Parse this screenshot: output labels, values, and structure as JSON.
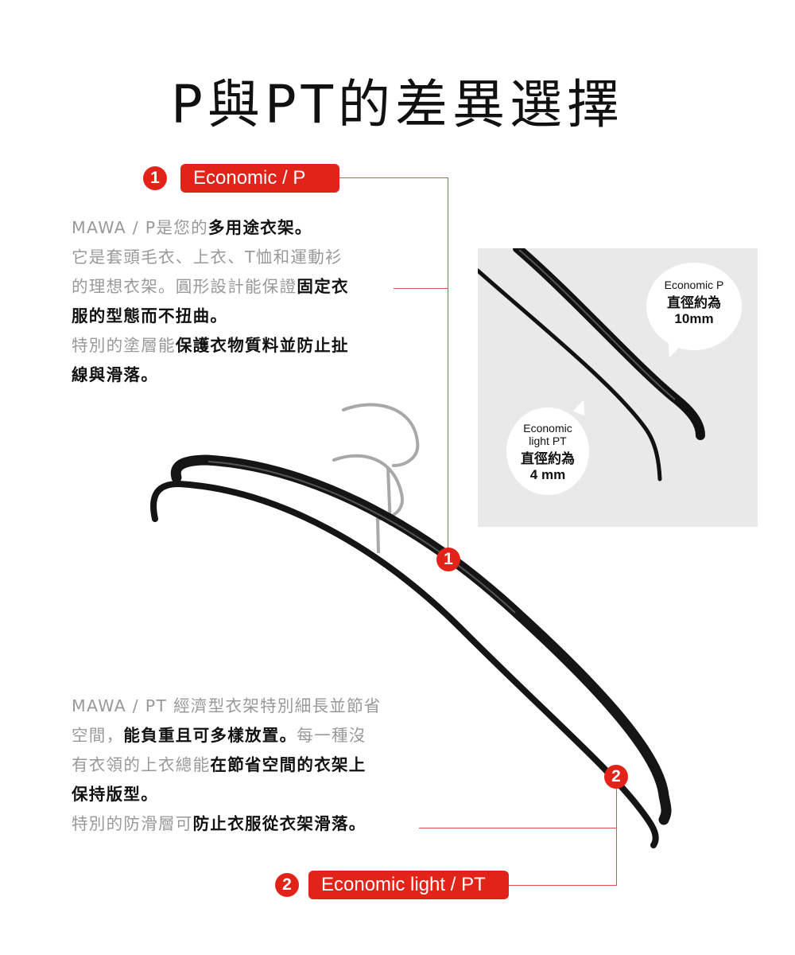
{
  "title": "P與PT的差異選擇",
  "colors": {
    "accent": "#e2231a",
    "muted_text": "#999999",
    "strong_text": "#111111",
    "photo_bg": "#e9e9e9"
  },
  "section1": {
    "number": "1",
    "tag": "Economic / P",
    "lines": [
      [
        {
          "t": "MAWA / P是您的",
          "hl": false
        },
        {
          "t": "多用途衣架。",
          "hl": true
        }
      ],
      [
        {
          "t": "它是套頭毛衣、上衣、T恤和運動衫",
          "hl": false
        }
      ],
      [
        {
          "t": "的理想衣架。圓形設計能保證",
          "hl": false
        },
        {
          "t": "固定衣",
          "hl": true
        }
      ],
      [
        {
          "t": "服的型態而不扭曲。",
          "hl": true
        }
      ],
      [
        {
          "t": "特別的塗層能",
          "hl": false
        },
        {
          "t": "保護衣物質料並防止扯",
          "hl": true
        }
      ],
      [
        {
          "t": "線與滑落。",
          "hl": true
        }
      ]
    ]
  },
  "section2": {
    "number": "2",
    "tag": "Economic light / PT",
    "lines": [
      [
        {
          "t": "MAWA / PT 經濟型衣架特別細長並節省",
          "hl": false
        }
      ],
      [
        {
          "t": "空間，",
          "hl": false
        },
        {
          "t": "能負重且可多樣放置。",
          "hl": true
        },
        {
          "t": "每一種沒",
          "hl": false
        }
      ],
      [
        {
          "t": "有衣領的上衣總能",
          "hl": false
        },
        {
          "t": "在節省空間的衣架上",
          "hl": true
        }
      ],
      [
        {
          "t": "保持版型。",
          "hl": true
        }
      ],
      [
        {
          "t": "特別的防滑層可",
          "hl": false
        },
        {
          "t": "防止衣服從衣架滑落。",
          "hl": true
        }
      ]
    ]
  },
  "photo_callouts": {
    "p": {
      "line1": "Economic P",
      "line2": "直徑約為",
      "line3": "10mm"
    },
    "pt": {
      "line1": "Economic",
      "line2": "light PT",
      "line3": "直徑約為",
      "line4": "4 mm"
    }
  },
  "markers": {
    "m1": "1",
    "m2": "2"
  }
}
